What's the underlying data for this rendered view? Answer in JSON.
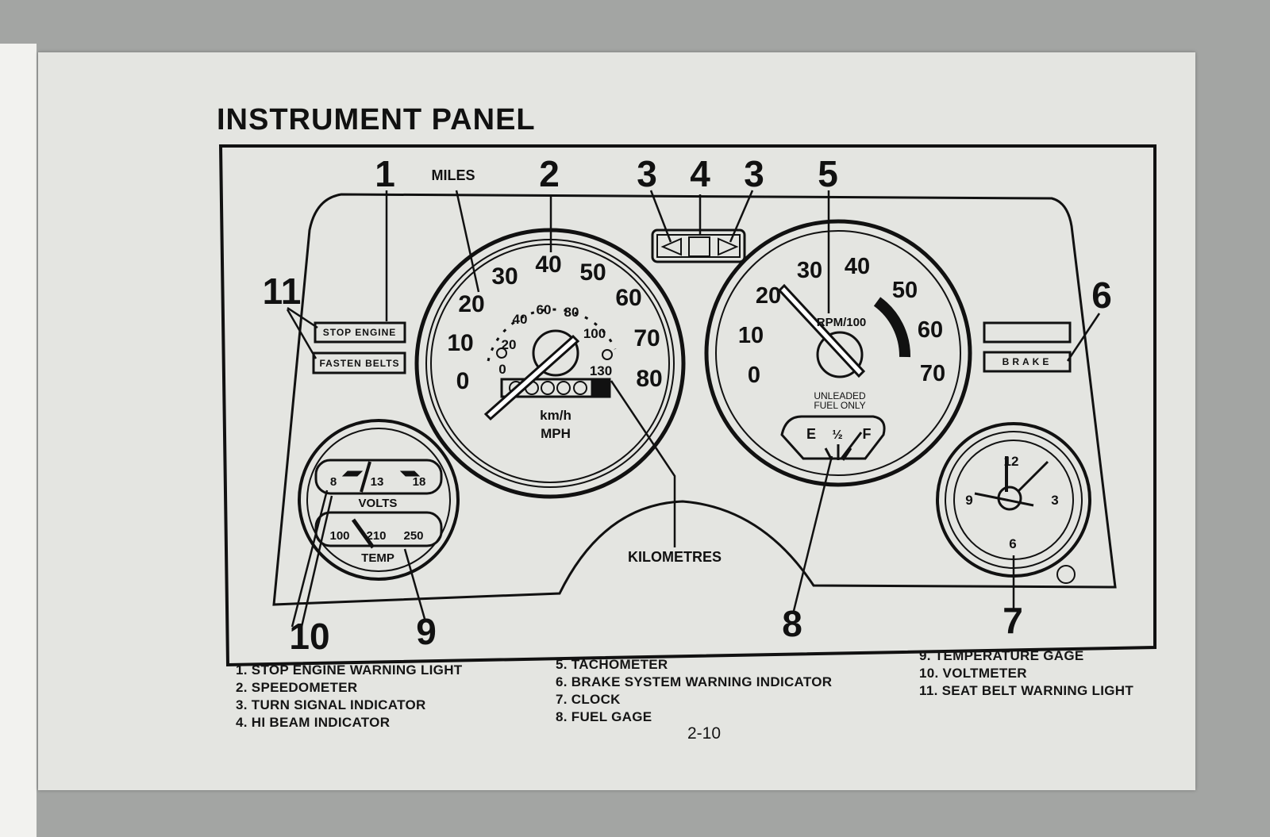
{
  "title": "INSTRUMENT PANEL",
  "page_number": "2-10",
  "callouts": {
    "c1": "1",
    "c2": "2",
    "c3a": "3",
    "c4": "4",
    "c3b": "3",
    "c5": "5",
    "c6": "6",
    "c7": "7",
    "c8": "8",
    "c9": "9",
    "c10": "10",
    "c11": "11"
  },
  "labels": {
    "miles": "MILES",
    "kilometres": "KILOMETRES"
  },
  "warning_lights": {
    "stop_engine": "STOP ENGINE",
    "fasten_belts": "FASTEN BELTS",
    "brake": "BRAKE"
  },
  "speedometer": {
    "mph_ticks": [
      "0",
      "10",
      "20",
      "30",
      "40",
      "50",
      "60",
      "70",
      "80"
    ],
    "kmh_ticks": [
      "0",
      "20",
      "40",
      "60",
      "80",
      "100",
      "130"
    ],
    "kmh_unit": "km/h",
    "mph_unit": "MPH"
  },
  "tachometer": {
    "ticks": [
      "0",
      "10",
      "20",
      "30",
      "40",
      "50",
      "60",
      "70"
    ],
    "unit": "RPM/100",
    "fuel_note_1": "UNLEADED",
    "fuel_note_2": "FUEL ONLY"
  },
  "fuel_gage": {
    "empty": "E",
    "half": "½",
    "full": "F"
  },
  "voltmeter": {
    "ticks": [
      "8",
      "13",
      "18"
    ],
    "label": "VOLTS"
  },
  "temperature": {
    "ticks": [
      "100",
      "210",
      "250"
    ],
    "label": "TEMP"
  },
  "clock": {
    "n12": "12",
    "n3": "3",
    "n6": "6",
    "n9": "9"
  },
  "legend": {
    "col1": [
      "1.  STOP ENGINE WARNING LIGHT",
      "2.  SPEEDOMETER",
      "3.  TURN SIGNAL INDICATOR",
      "4.  HI BEAM INDICATOR"
    ],
    "col2": [
      "5.  TACHOMETER",
      "6.  BRAKE SYSTEM WARNING INDICATOR",
      "7.  CLOCK",
      "8.  FUEL GAGE"
    ],
    "col3": [
      "9.  TEMPERATURE GAGE",
      "10.  VOLTMETER",
      "11.  SEAT BELT WARNING LIGHT"
    ]
  }
}
